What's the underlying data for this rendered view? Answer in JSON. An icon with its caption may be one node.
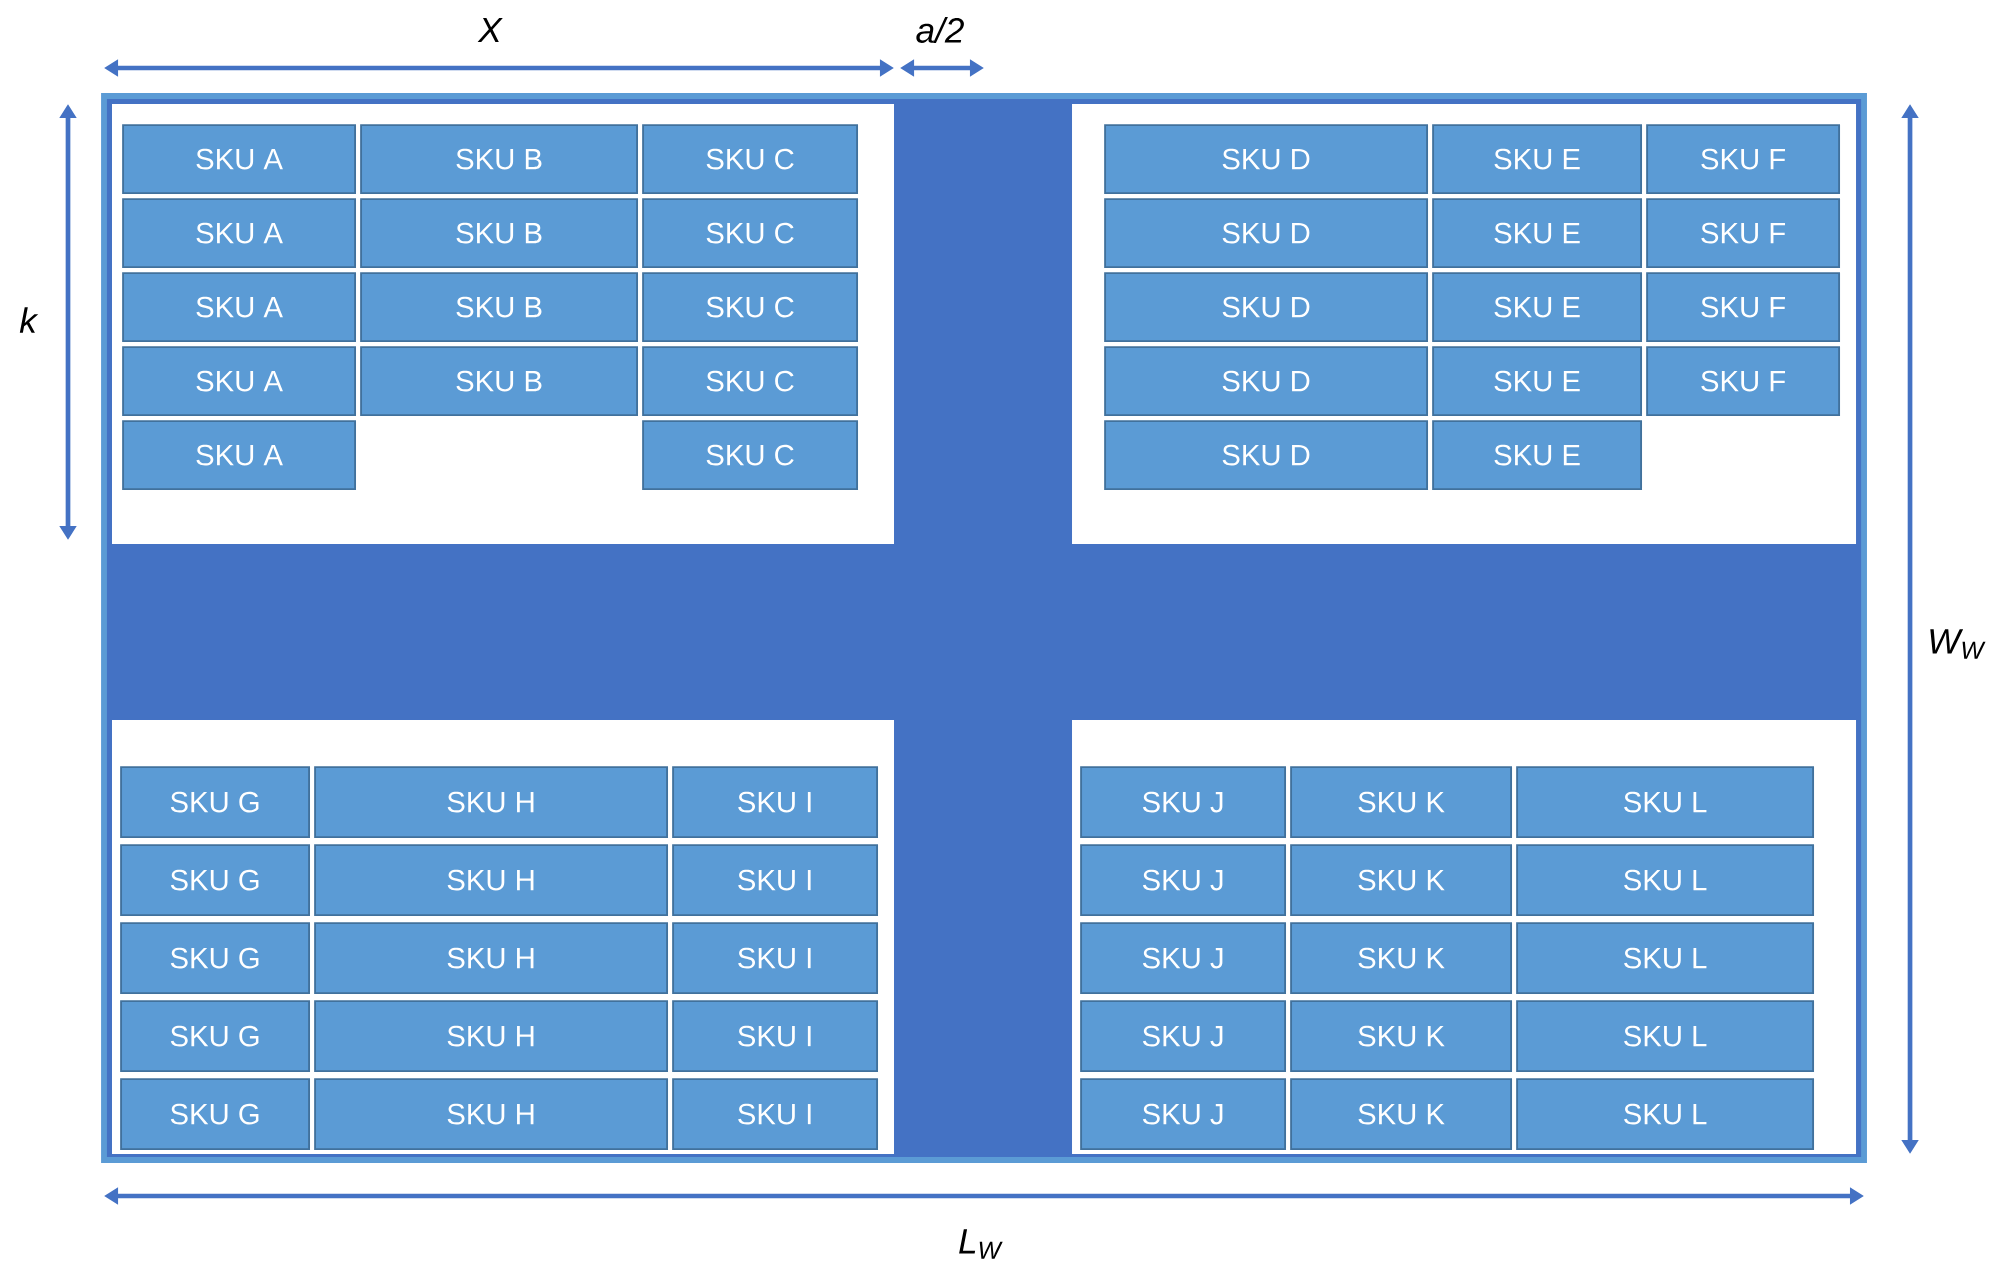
{
  "diagram": {
    "nodes": [
      {
        "text": [],
        "shape": "box"
      },
      {
        "text": [
          "SKU A"
        ],
        "in": 0
      },
      {
        "text": [
          "SKU B"
        ],
        "in": 0
      },
      {
        "text": [
          "SKU C"
        ],
        "in": 0
      },
      {
        "text": [
          "SKU A"
        ],
        "in": 0
      },
      {
        "text": [
          "SKU B"
        ],
        "in": 0
      },
      {
        "text": [
          "SKU C"
        ],
        "in": 0
      },
      {
        "text": [
          "SKU A"
        ],
        "in": 0
      },
      {
        "text": [
          "SKU B"
        ],
        "in": 0
      },
      {
        "text": [
          "SKU C"
        ],
        "in": 0
      },
      {
        "text": [
          "SKU A"
        ],
        "in": 0
      },
      {
        "text": [
          "SKU B"
        ],
        "in": 0
      },
      {
        "text": [
          "SKU C"
        ],
        "in": 0
      },
      {
        "text": [
          "SKU A"
        ],
        "in": 0
      },
      {
        "text": [
          "SKU C"
        ],
        "in": 0
      },
      {
        "text": [
          "SKU D"
        ],
        "in": 0
      },
      {
        "text": [
          "SKU E"
        ],
        "in": 0
      },
      {
        "text": [
          "SKU F"
        ],
        "in": 0
      },
      {
        "text": [
          "SKU D"
        ],
        "in": 0
      },
      {
        "text": [
          "SKU E"
        ],
        "in": 0
      },
      {
        "text": [
          "SKU F"
        ],
        "in": 0
      },
      {
        "text": [
          "SKU D"
        ],
        "in": 0
      },
      {
        "text": [
          "SKU E"
        ],
        "in": 0
      },
      {
        "text": [
          "SKU F"
        ],
        "in": 0
      },
      {
        "text": [
          "SKU D"
        ],
        "in": 0
      },
      {
        "text": [
          "SKU E"
        ],
        "in": 0
      },
      {
        "text": [
          "SKU F"
        ],
        "in": 0
      },
      {
        "text": [
          "SKU D"
        ],
        "in": 0
      },
      {
        "text": [
          "SKU E"
        ],
        "in": 0
      },
      {
        "text": [
          "SKU G"
        ],
        "in": 0
      },
      {
        "text": [
          "SKU H"
        ],
        "in": 0
      },
      {
        "text": [
          "SKU I"
        ],
        "in": 0
      },
      {
        "text": [
          "SKU G"
        ],
        "in": 0
      },
      {
        "text": [
          "SKU H"
        ],
        "in": 0
      },
      {
        "text": [
          "SKU I"
        ],
        "in": 0
      },
      {
        "text": [
          "SKU G"
        ],
        "in": 0
      },
      {
        "text": [
          "SKU H"
        ],
        "in": 0
      },
      {
        "text": [
          "SKU I"
        ],
        "in": 0
      },
      {
        "text": [
          "SKU G"
        ],
        "in": 0
      },
      {
        "text": [
          "SKU H"
        ],
        "in": 0
      },
      {
        "text": [
          "SKU I"
        ],
        "in": 0
      },
      {
        "text": [
          "SKU G"
        ],
        "in": 0
      },
      {
        "text": [
          "SKU H"
        ],
        "in": 0
      },
      {
        "text": [
          "SKU I"
        ],
        "in": 0
      },
      {
        "text": [
          "SKU J"
        ],
        "in": 0
      },
      {
        "text": [
          "SKU K"
        ],
        "in": 0
      },
      {
        "text": [
          "SKU L"
        ],
        "in": 0
      },
      {
        "text": [
          "SKU J"
        ],
        "in": 0
      },
      {
        "text": [
          "SKU K"
        ],
        "in": 0
      },
      {
        "text": [
          "SKU L"
        ],
        "in": 0
      },
      {
        "text": [
          "SKU J"
        ],
        "in": 0
      },
      {
        "text": [
          "SKU K"
        ],
        "in": 0
      },
      {
        "text": [
          "SKU L"
        ],
        "in": 0
      },
      {
        "text": [
          "SKU J"
        ],
        "in": 0
      },
      {
        "text": [
          "SKU K"
        ],
        "in": 0
      },
      {
        "text": [
          "SKU L"
        ],
        "in": 0
      },
      {
        "text": [
          "SKU J"
        ],
        "in": 0
      },
      {
        "text": [
          "SKU K"
        ],
        "in": 0
      },
      {
        "text": [
          "SKU L"
        ],
        "in": 0
      }
    ],
    "labels": [
      "X",
      "a/2",
      "k",
      "W$_{W}$",
      "L$_{W}$"
    ]
  }
}
